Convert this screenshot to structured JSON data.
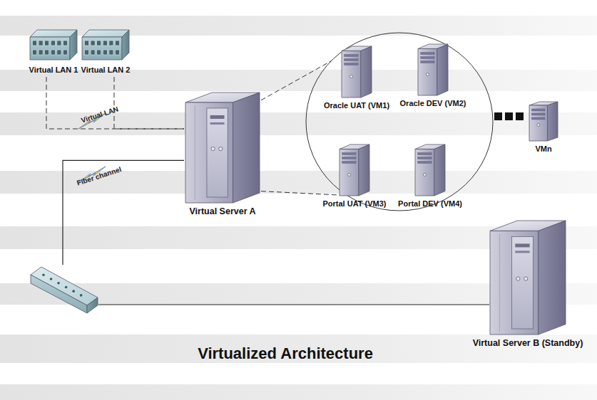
{
  "diagram": {
    "title": "Virtualized Architecture",
    "nodes": [
      {
        "text": [
          "Virtual LAN 1"
        ]
      },
      {
        "text": [
          "Virtual LAN 2"
        ]
      },
      {
        "text": [
          "Virtual Server A"
        ]
      },
      {
        "text": []
      },
      {
        "text": [
          "Oracle UAT (VM1)"
        ],
        "in": 3
      },
      {
        "text": [
          "Oracle DEV (VM2)"
        ],
        "in": 3
      },
      {
        "text": [
          "Portal UAT (VM3)"
        ],
        "in": 3
      },
      {
        "text": [
          "Portal DEV (VM4)"
        ],
        "in": 3
      },
      {
        "text": [
          "VMn"
        ]
      },
      {
        "text": []
      },
      {
        "text": [
          "Virtual Server B (Standby)"
        ]
      }
    ],
    "edges": [
      {
        "from": 0,
        "to": 2,
        "arrow": "none",
        "label": "Virtual LAN"
      },
      {
        "from": 1,
        "to": 2,
        "arrow": "none"
      },
      {
        "from": 2,
        "to": 3,
        "arrow": "none"
      },
      {
        "from": 2,
        "to": 3,
        "arrow": "none"
      },
      {
        "from": 2,
        "to": 9,
        "arrow": "none",
        "label": "Fiber channel"
      },
      {
        "from": 9,
        "to": 10,
        "arrow": "none"
      }
    ]
  }
}
